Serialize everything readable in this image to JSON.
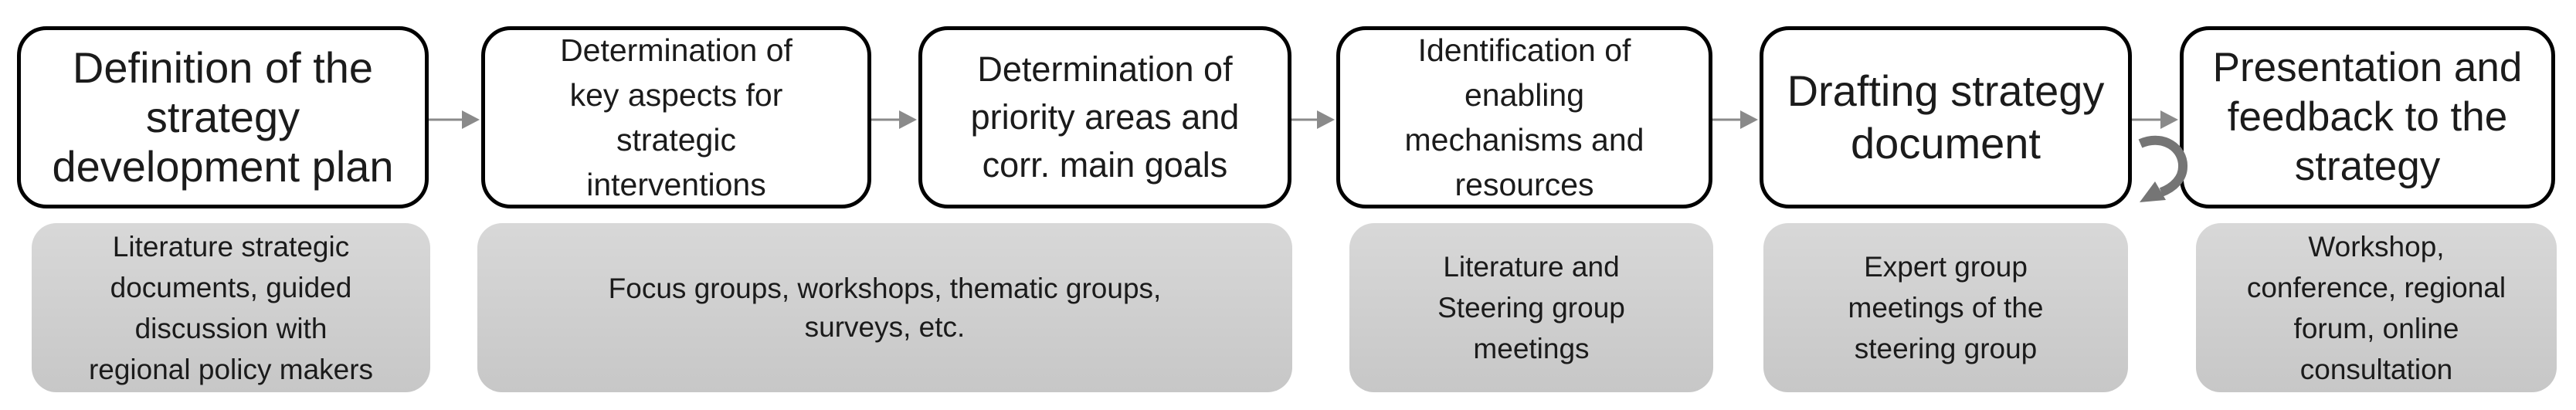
{
  "diagram": {
    "steps": [
      {
        "lines": [
          "Definition of the",
          "strategy",
          "development plan"
        ]
      },
      {
        "lines": [
          "Determination of",
          "key aspects for",
          "strategic",
          "interventions"
        ]
      },
      {
        "lines": [
          "Determination of",
          "priority areas and",
          "corr. main goals"
        ]
      },
      {
        "lines": [
          "Identification of",
          "enabling",
          "mechanisms and",
          "resources"
        ]
      },
      {
        "lines": [
          "Drafting strategy",
          "document"
        ]
      },
      {
        "lines": [
          "Presentation and",
          "feedback to the",
          "strategy"
        ]
      }
    ],
    "methods": [
      {
        "lines": [
          "Literature strategic",
          "documents, guided",
          "discussion with",
          "regional policy makers"
        ]
      },
      {
        "lines": [
          "Focus groups, workshops, thematic groups,",
          "surveys, etc."
        ]
      },
      {
        "lines": [
          "Literature and",
          "Steering group",
          "meetings"
        ]
      },
      {
        "lines": [
          "Expert group",
          "meetings of the",
          "steering group"
        ]
      },
      {
        "lines": [
          "Workshop,",
          "conference, regional",
          "forum, online",
          "consultation"
        ]
      }
    ],
    "colors": {
      "box_border": "#000000",
      "box_fill": "#ffffff",
      "method_fill_top": "#d8d8d8",
      "method_fill_bottom": "#c7c7c7",
      "arrow_color": "#8a8a8a",
      "feedback_arrow_color": "#757575",
      "text_color": "#1b1b1b"
    }
  }
}
